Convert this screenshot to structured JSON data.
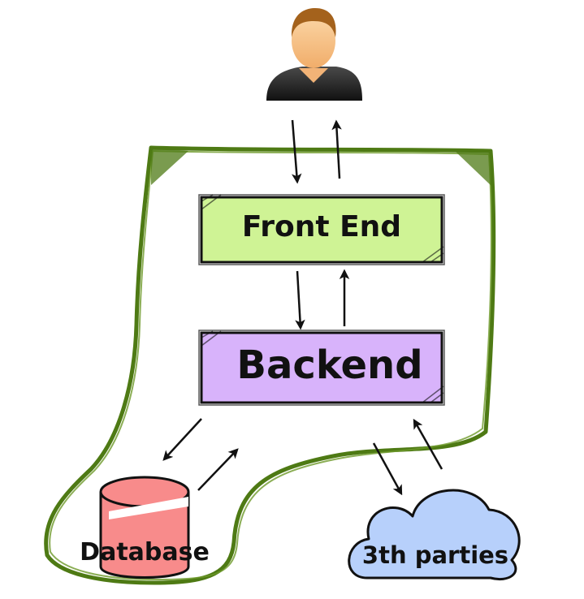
{
  "colors": {
    "boundary": "#4e7a14",
    "frontend_fill": "#cff395",
    "backend_fill": "#d8b3fb",
    "database_fill": "#f88b8b",
    "parties_fill": "#b7d0fb",
    "arrow": "#111111"
  },
  "nodes": {
    "user": {
      "icon": "user-icon"
    },
    "frontend": {
      "label": "Front End"
    },
    "backend": {
      "label": "Backend"
    },
    "database": {
      "label": "Database",
      "icon": "database-icon"
    },
    "parties": {
      "label": "3th parties",
      "icon": "cloud-icon"
    }
  },
  "edges": [
    {
      "from": "user",
      "to": "frontend"
    },
    {
      "from": "frontend",
      "to": "user"
    },
    {
      "from": "frontend",
      "to": "backend"
    },
    {
      "from": "backend",
      "to": "frontend"
    },
    {
      "from": "backend",
      "to": "database"
    },
    {
      "from": "database",
      "to": "backend"
    },
    {
      "from": "backend",
      "to": "parties"
    },
    {
      "from": "parties",
      "to": "backend"
    }
  ]
}
